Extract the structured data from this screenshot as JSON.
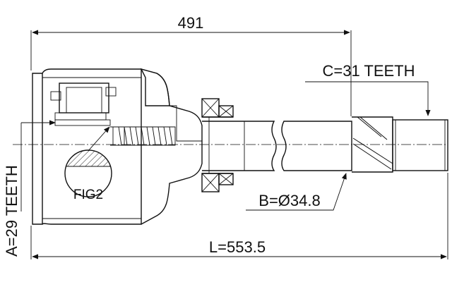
{
  "dimensions": {
    "top_length": "491",
    "total_length": "L=553.5",
    "diameter": "B=Ø34.8",
    "inner_teeth": "A=29 TEETH",
    "outer_teeth": "C=31 TEETH"
  },
  "figure": {
    "label": "FIG2"
  }
}
